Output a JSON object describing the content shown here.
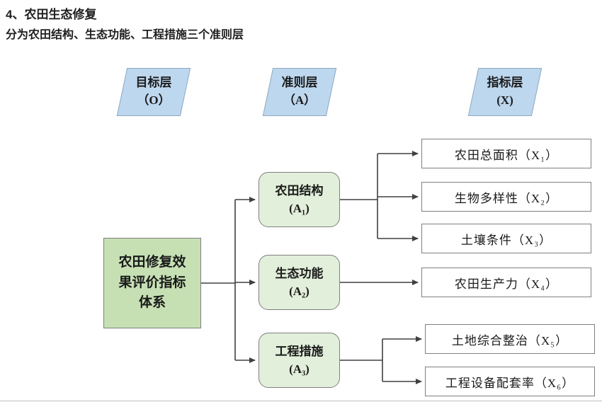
{
  "page": {
    "title": "4、农田生态修复",
    "subtitle": "分为农田结构、生态功能、工程措施三个准则层"
  },
  "diagram": {
    "layers": [
      {
        "label": "目标层",
        "sub": "（O）"
      },
      {
        "label": "准则层",
        "sub": "（A）"
      },
      {
        "label": "指标层",
        "sub": "(X)"
      }
    ],
    "goal": {
      "label": "农田修复效果评价指标体系"
    },
    "criteria": [
      {
        "label": "农田结构",
        "sub": "(A₁)"
      },
      {
        "label": "生态功能",
        "sub": "(A₂)"
      },
      {
        "label": "工程措施",
        "sub": "(A₃)"
      }
    ],
    "indicators": [
      {
        "label": "农田总面积（X₁）"
      },
      {
        "label": "生物多样性（X₂）"
      },
      {
        "label": "土壤条件（X₃）"
      },
      {
        "label": "农田生产力（X₄）"
      },
      {
        "label": "土地综合整治（X₅）"
      },
      {
        "label": "工程设备配套率（X₆）"
      }
    ],
    "colors": {
      "layer_fill": "#bdd7ee",
      "goal_fill": "#c6e0b4",
      "criteria_fill": "#e2efda",
      "indicator_fill": "#ffffff",
      "box_border": "#7f7f7f",
      "arrow": "#404040"
    }
  }
}
